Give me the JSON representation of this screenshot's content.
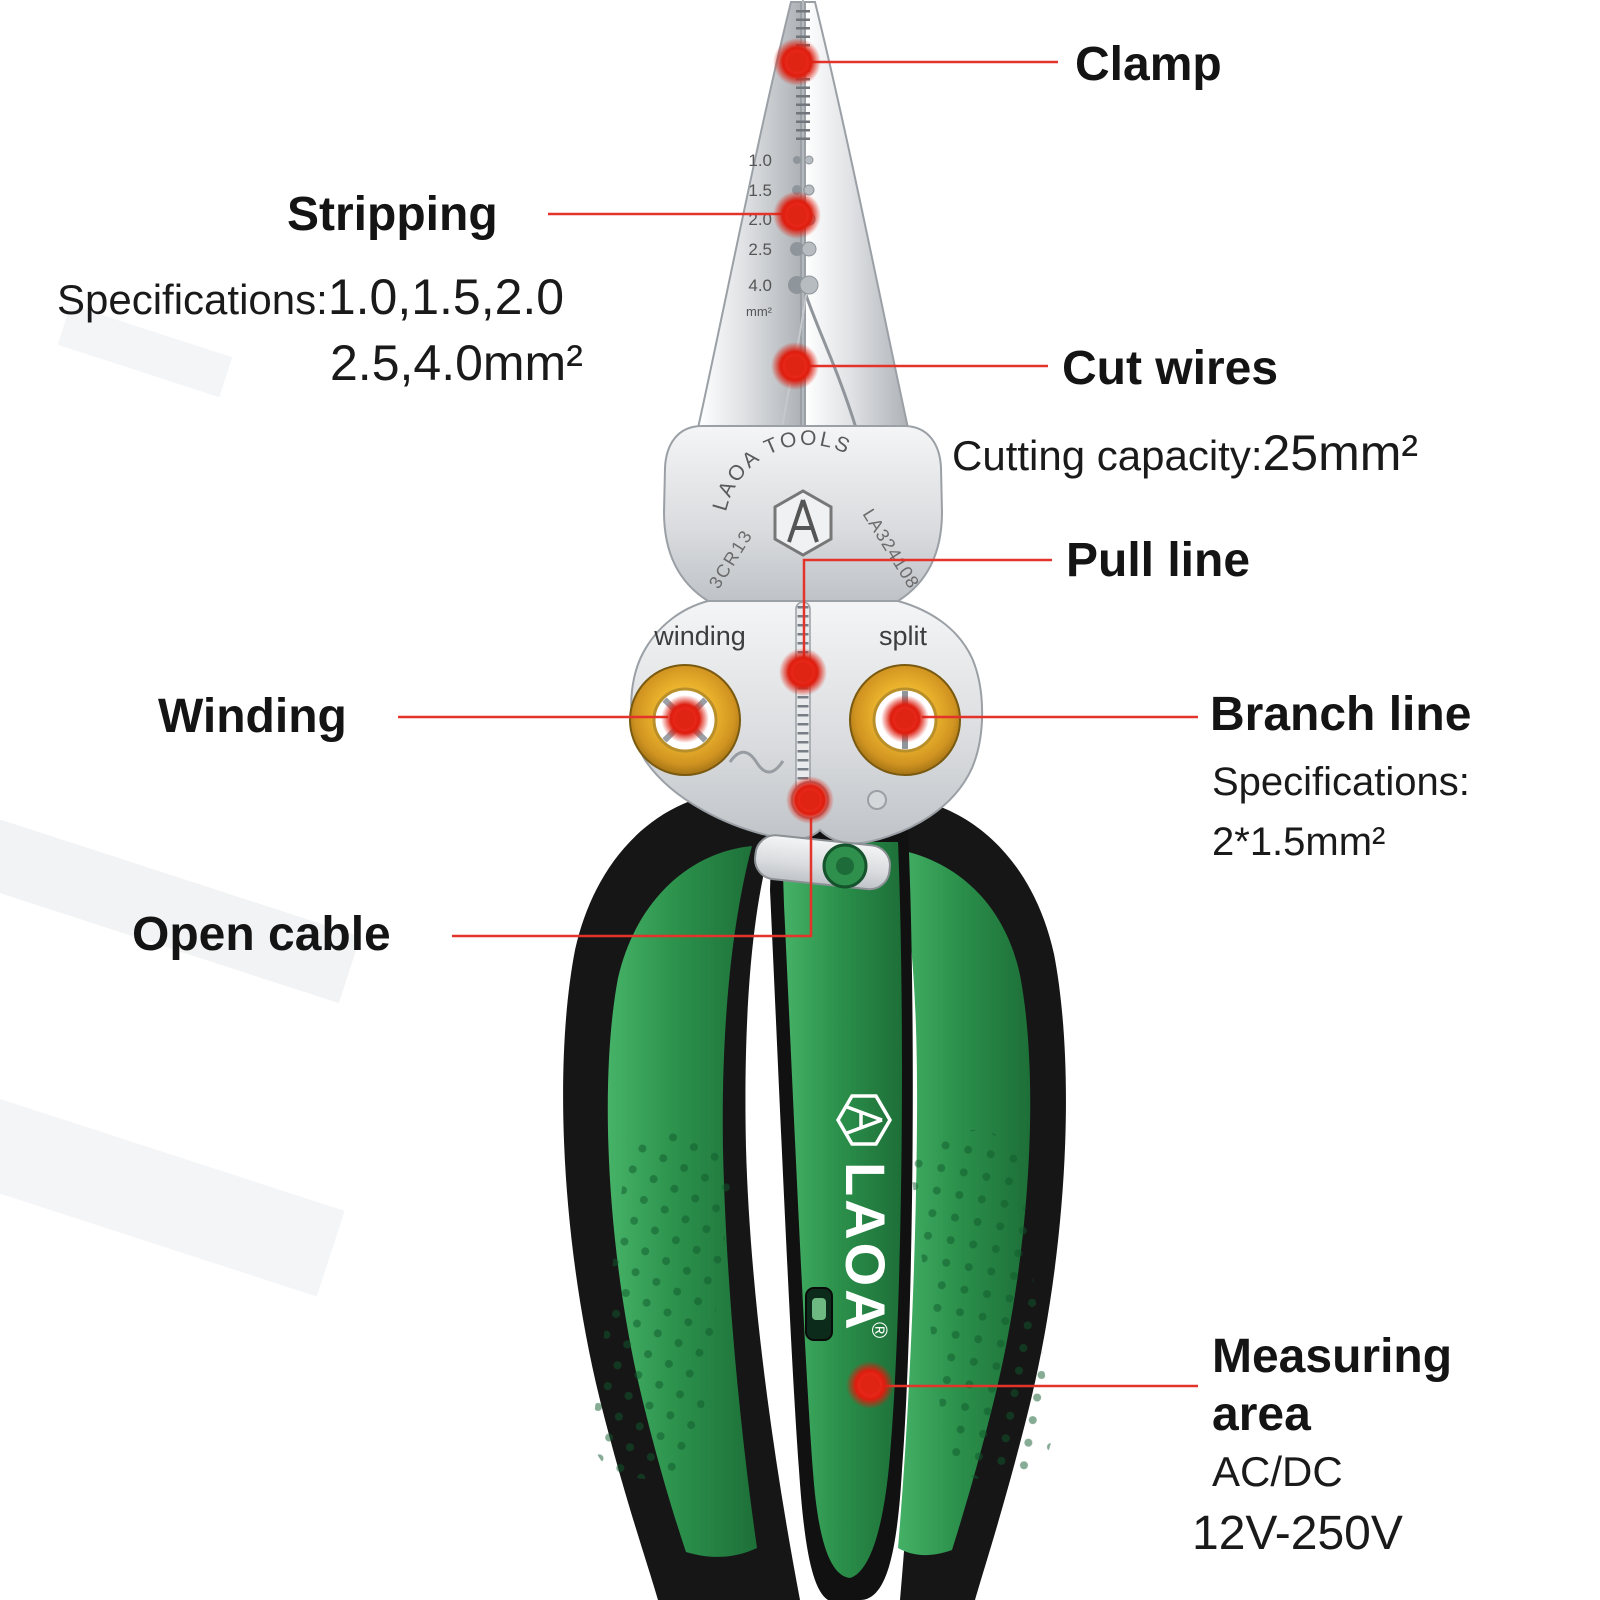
{
  "colors": {
    "callout_red": "#e3332a",
    "handle_green": "#2c924c",
    "ring_gold": "#eab22c",
    "steel_gray": "#d8dadd"
  },
  "callouts": {
    "clamp": {
      "label": "Clamp"
    },
    "stripping": {
      "label": "Stripping",
      "spec_prefix": "Specifications:",
      "spec_values_line1": "1.0,1.5,2.0",
      "spec_values_line2": "2.5,4.0mm²"
    },
    "cut_wires": {
      "label": "Cut wires",
      "spec_prefix": "Cutting capacity:",
      "spec_value": "25mm²"
    },
    "pull_line": {
      "label": "Pull line"
    },
    "winding": {
      "label": "Winding"
    },
    "branch_line": {
      "label": "Branch line",
      "spec_line1": "Specifications:",
      "spec_line2": "2*1.5mm²"
    },
    "open_cable": {
      "label": "Open cable"
    },
    "measuring_area": {
      "label_line1": "Measuring",
      "label_line2": "area",
      "spec_line1": "AC/DC",
      "spec_line2": "12V-250V"
    }
  },
  "tool": {
    "brand": "LAOA",
    "brand_reg": "®",
    "arc_text": "LAOA TOOLS",
    "steel_code": "3CR13",
    "model_code": "LA324108",
    "hole_left_label": "winding",
    "hole_right_label": "split",
    "gauge_marks": [
      "1.0",
      "1.5",
      "2.0",
      "2.5",
      "4.0",
      "mm²"
    ]
  }
}
